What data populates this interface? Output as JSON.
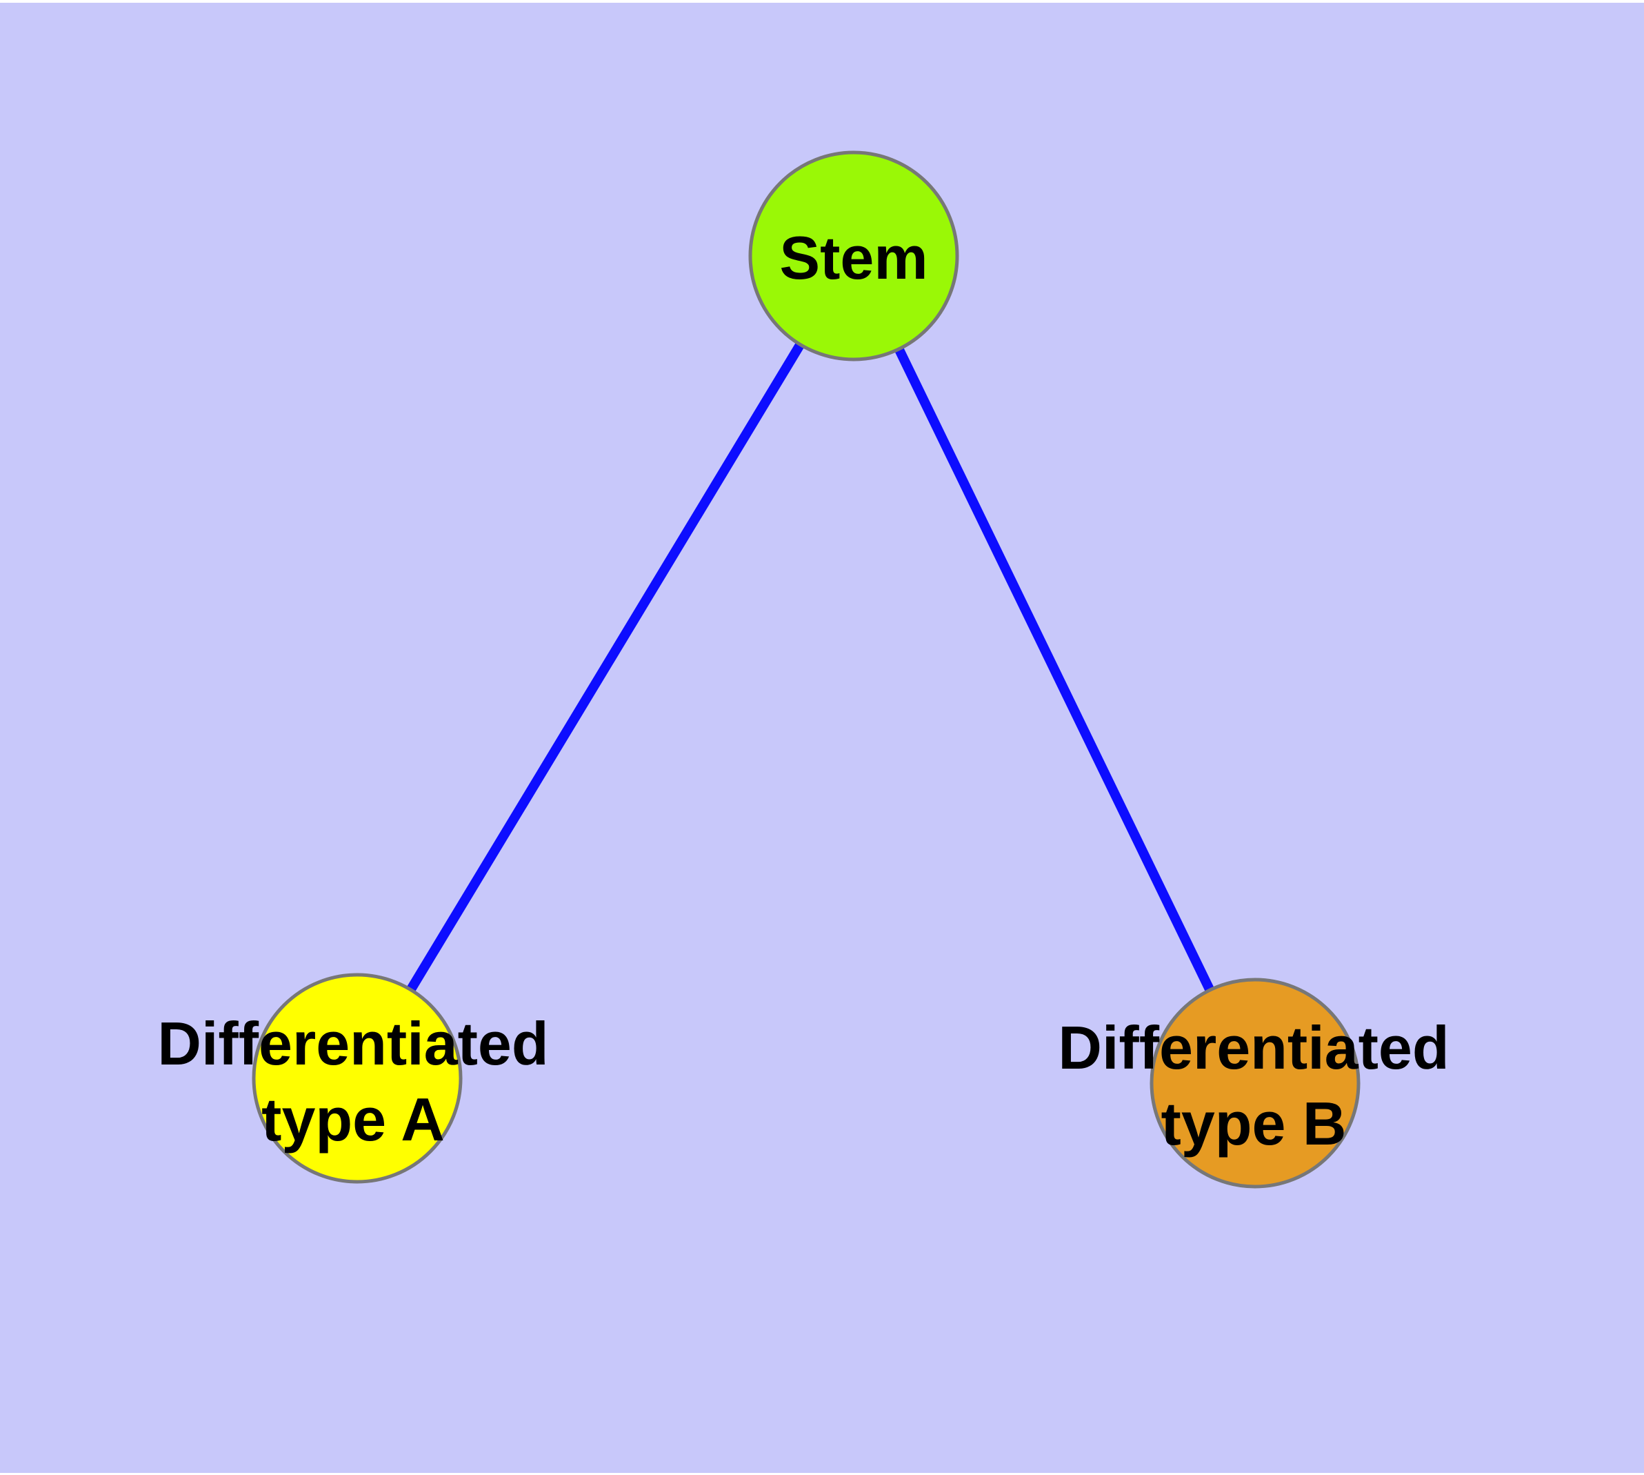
{
  "diagram": {
    "type": "graph",
    "background_color": "#C8C8FA",
    "edge_color": "#0D0DFF",
    "node_border_color": "#777777",
    "label_color": "#000000",
    "nodes": [
      {
        "id": "stem",
        "label": "Stem",
        "color": "#9AF806"
      },
      {
        "id": "differentiated-type-a",
        "label": "Differentiated\ntype A",
        "color": "#FFFF00"
      },
      {
        "id": "differentiated-type-b",
        "label": "Differentiated\ntype B",
        "color": "#E69B23"
      }
    ],
    "edges": [
      {
        "from": "Stem",
        "to": "Differentiated type A"
      },
      {
        "from": "Stem",
        "to": "Differentiated type B"
      }
    ]
  }
}
